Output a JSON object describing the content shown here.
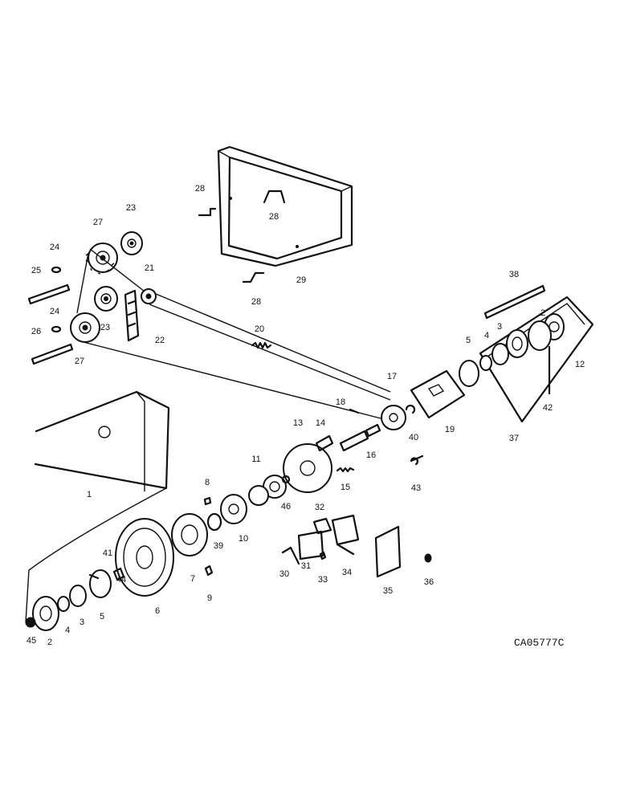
{
  "drawing_code": "CA05777C",
  "labels": [
    "1",
    "2",
    "2",
    "3",
    "3",
    "4",
    "4",
    "5",
    "5",
    "6",
    "7",
    "8",
    "9",
    "10",
    "11",
    "12",
    "13",
    "14",
    "15",
    "16",
    "17",
    "18",
    "19",
    "20",
    "21",
    "22",
    "23",
    "23",
    "24",
    "24",
    "25",
    "26",
    "27",
    "27",
    "28",
    "28",
    "28",
    "29",
    "30",
    "31",
    "32",
    "33",
    "34",
    "35",
    "36",
    "37",
    "38",
    "39",
    "40",
    "41",
    "42",
    "43",
    "44",
    "45",
    "46"
  ]
}
